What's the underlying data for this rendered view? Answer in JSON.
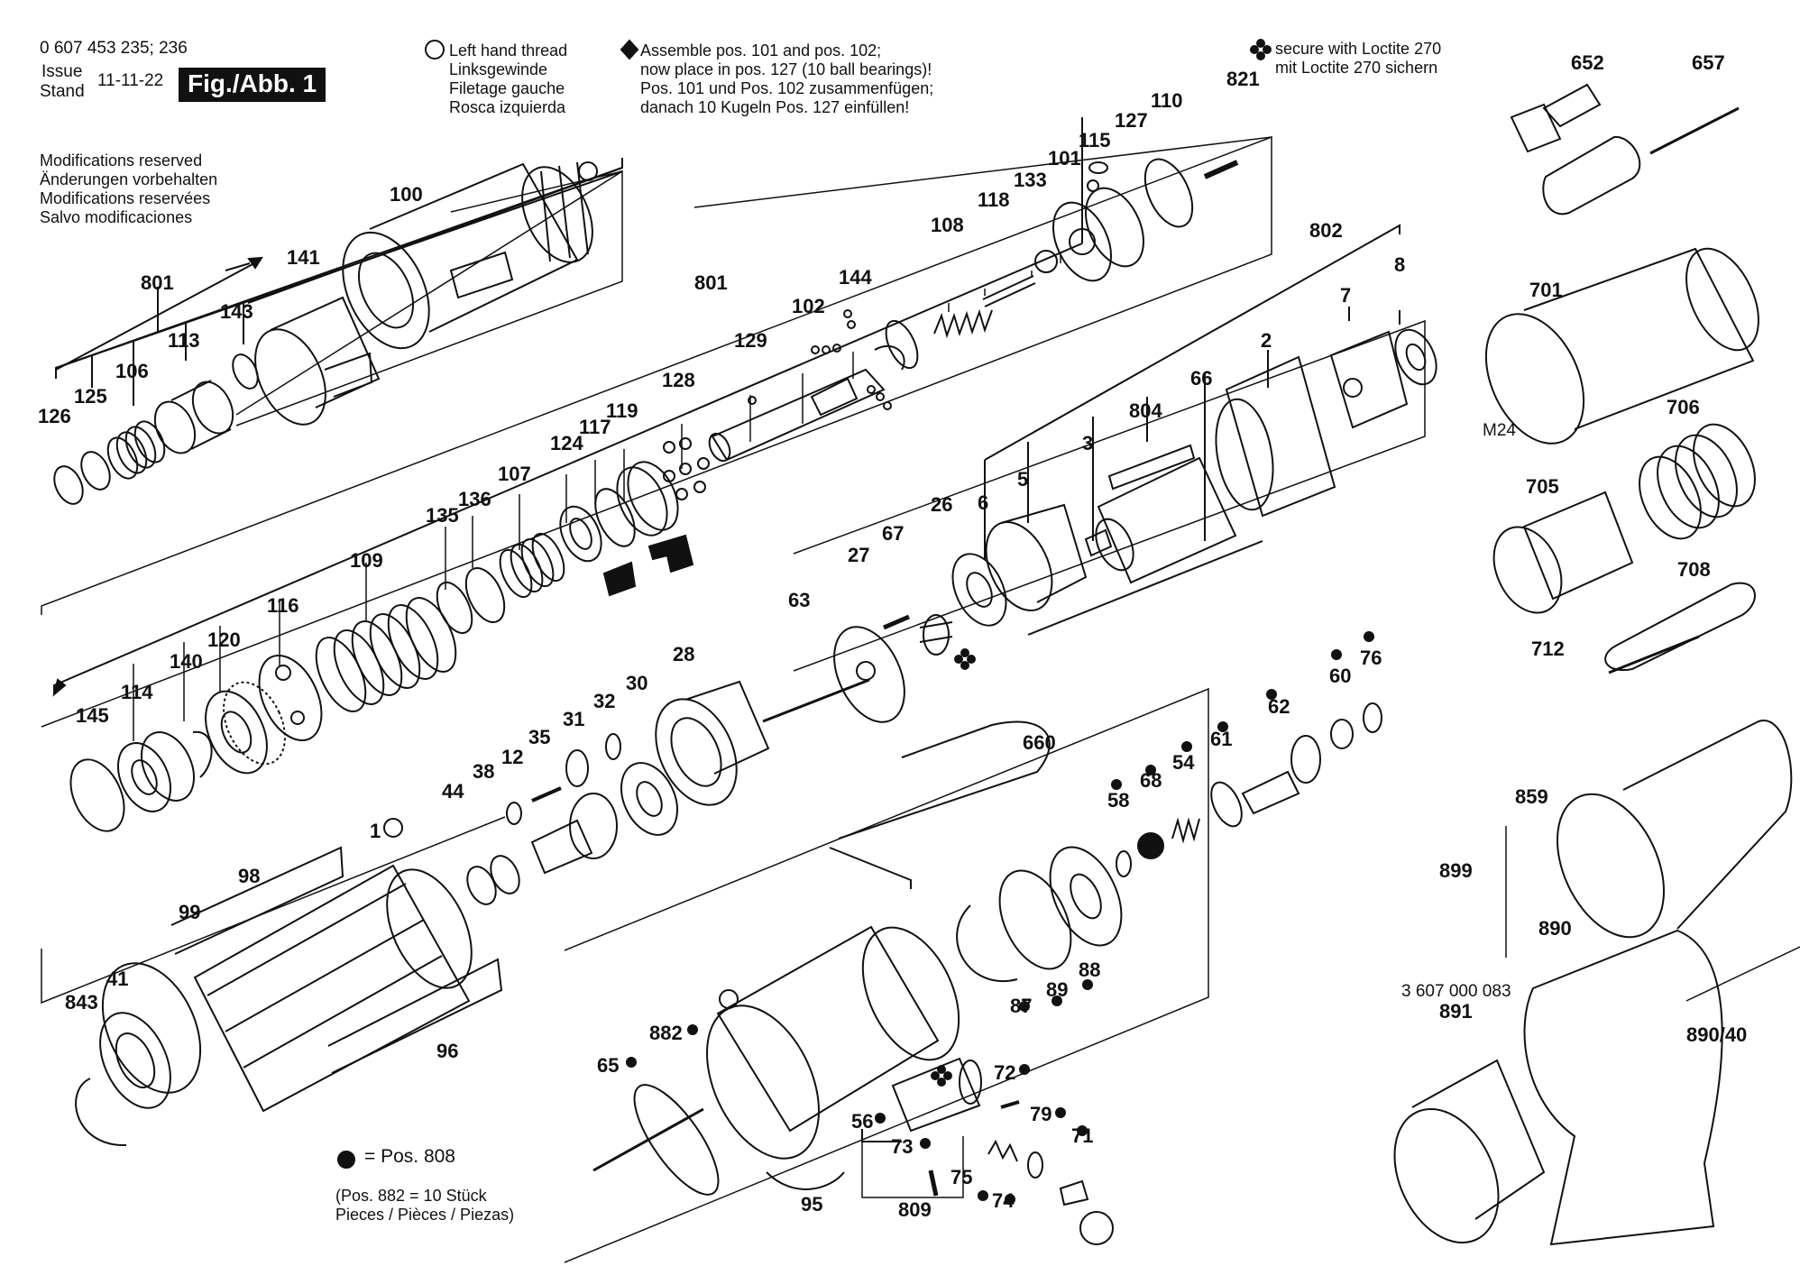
{
  "header": {
    "part_no": "0 607 453 235; 236",
    "issue_label": "Issue",
    "stand_label": "Stand",
    "issue_date": "11-11-22",
    "figure_label": "Fig./Abb. 1"
  },
  "notes": {
    "modifications": [
      "Modifications reserved",
      "Änderungen vorbehalten",
      "Modifications reservées",
      "Salvo modificaciones"
    ],
    "left_hand_thread": [
      "Left hand thread",
      "Linksgewinde",
      "Filetage gauche",
      "Rosca izquierda"
    ],
    "assemble": [
      "Assemble pos. 101 and pos. 102;",
      "now place in pos. 127 (10 ball bearings)!",
      "Pos. 101 und Pos. 102 zusammenfügen;",
      "danach 10 Kugeln Pos. 127 einfüllen!"
    ],
    "loctite": [
      "secure with Loctite 270",
      "mit Loctite 270 sichern"
    ],
    "pos808": "= Pos. 808",
    "pos882": [
      "(Pos. 882 = 10 Stück",
      "Pieces / Pièces / Piezas)"
    ],
    "kit_no": "3 607 000 083",
    "thread_m24": "M24"
  },
  "labels": [
    {
      "id": "l100",
      "text": "100"
    },
    {
      "id": "l141",
      "text": "141"
    },
    {
      "id": "l801a",
      "text": "801"
    },
    {
      "id": "l143",
      "text": "143"
    },
    {
      "id": "l113",
      "text": "113"
    },
    {
      "id": "l106",
      "text": "106"
    },
    {
      "id": "l125",
      "text": "125"
    },
    {
      "id": "l126",
      "text": "126"
    },
    {
      "id": "l801b",
      "text": "801"
    },
    {
      "id": "l102",
      "text": "102"
    },
    {
      "id": "l144",
      "text": "144"
    },
    {
      "id": "l108",
      "text": "108"
    },
    {
      "id": "l118",
      "text": "118"
    },
    {
      "id": "l133",
      "text": "133"
    },
    {
      "id": "l101",
      "text": "101"
    },
    {
      "id": "l115",
      "text": "115"
    },
    {
      "id": "l127",
      "text": "127"
    },
    {
      "id": "l110",
      "text": "110"
    },
    {
      "id": "l821",
      "text": "821"
    },
    {
      "id": "l129",
      "text": "129"
    },
    {
      "id": "l128",
      "text": "128"
    },
    {
      "id": "l119",
      "text": "119"
    },
    {
      "id": "l117",
      "text": "117"
    },
    {
      "id": "l124",
      "text": "124"
    },
    {
      "id": "l107",
      "text": "107"
    },
    {
      "id": "l136",
      "text": "136"
    },
    {
      "id": "l135",
      "text": "135"
    },
    {
      "id": "l109",
      "text": "109"
    },
    {
      "id": "l116",
      "text": "116"
    },
    {
      "id": "l120",
      "text": "120"
    },
    {
      "id": "l140",
      "text": "140"
    },
    {
      "id": "l114",
      "text": "114"
    },
    {
      "id": "l145",
      "text": "145"
    },
    {
      "id": "l802",
      "text": "802"
    },
    {
      "id": "l8",
      "text": "8"
    },
    {
      "id": "l7",
      "text": "7"
    },
    {
      "id": "l2",
      "text": "2"
    },
    {
      "id": "l66",
      "text": "66"
    },
    {
      "id": "l804",
      "text": "804"
    },
    {
      "id": "l3",
      "text": "3"
    },
    {
      "id": "l5",
      "text": "5"
    },
    {
      "id": "l6",
      "text": "6"
    },
    {
      "id": "l26",
      "text": "26"
    },
    {
      "id": "l67",
      "text": "67"
    },
    {
      "id": "l27",
      "text": "27"
    },
    {
      "id": "l63",
      "text": "63"
    },
    {
      "id": "l28",
      "text": "28"
    },
    {
      "id": "l30",
      "text": "30"
    },
    {
      "id": "l32",
      "text": "32"
    },
    {
      "id": "l31",
      "text": "31"
    },
    {
      "id": "l35",
      "text": "35"
    },
    {
      "id": "l12",
      "text": "12"
    },
    {
      "id": "l38",
      "text": "38"
    },
    {
      "id": "l44",
      "text": "44"
    },
    {
      "id": "l1",
      "text": "1"
    },
    {
      "id": "l98",
      "text": "98"
    },
    {
      "id": "l99",
      "text": "99"
    },
    {
      "id": "l41",
      "text": "41"
    },
    {
      "id": "l843",
      "text": "843"
    },
    {
      "id": "l96",
      "text": "96"
    },
    {
      "id": "l660",
      "text": "660"
    },
    {
      "id": "l58",
      "text": "58"
    },
    {
      "id": "l68",
      "text": "68"
    },
    {
      "id": "l54",
      "text": "54"
    },
    {
      "id": "l61",
      "text": "61"
    },
    {
      "id": "l62",
      "text": "62"
    },
    {
      "id": "l60",
      "text": "60"
    },
    {
      "id": "l76",
      "text": "76"
    },
    {
      "id": "l87",
      "text": "87"
    },
    {
      "id": "l89",
      "text": "89"
    },
    {
      "id": "l88",
      "text": "88"
    },
    {
      "id": "l882",
      "text": "882"
    },
    {
      "id": "l65",
      "text": "65"
    },
    {
      "id": "l95",
      "text": "95"
    },
    {
      "id": "l56",
      "text": "56"
    },
    {
      "id": "l73",
      "text": "73"
    },
    {
      "id": "l75",
      "text": "75"
    },
    {
      "id": "l809",
      "text": "809"
    },
    {
      "id": "l72",
      "text": "72"
    },
    {
      "id": "l79",
      "text": "79"
    },
    {
      "id": "l71",
      "text": "71"
    },
    {
      "id": "l74",
      "text": "74"
    },
    {
      "id": "l652",
      "text": "652"
    },
    {
      "id": "l657",
      "text": "657"
    },
    {
      "id": "l701",
      "text": "701"
    },
    {
      "id": "l706",
      "text": "706"
    },
    {
      "id": "l705",
      "text": "705"
    },
    {
      "id": "l708",
      "text": "708"
    },
    {
      "id": "l712",
      "text": "712"
    },
    {
      "id": "l859",
      "text": "859"
    },
    {
      "id": "l899",
      "text": "899"
    },
    {
      "id": "l890",
      "text": "890"
    },
    {
      "id": "l891",
      "text": "891"
    },
    {
      "id": "l890_40",
      "text": "890/40"
    }
  ]
}
